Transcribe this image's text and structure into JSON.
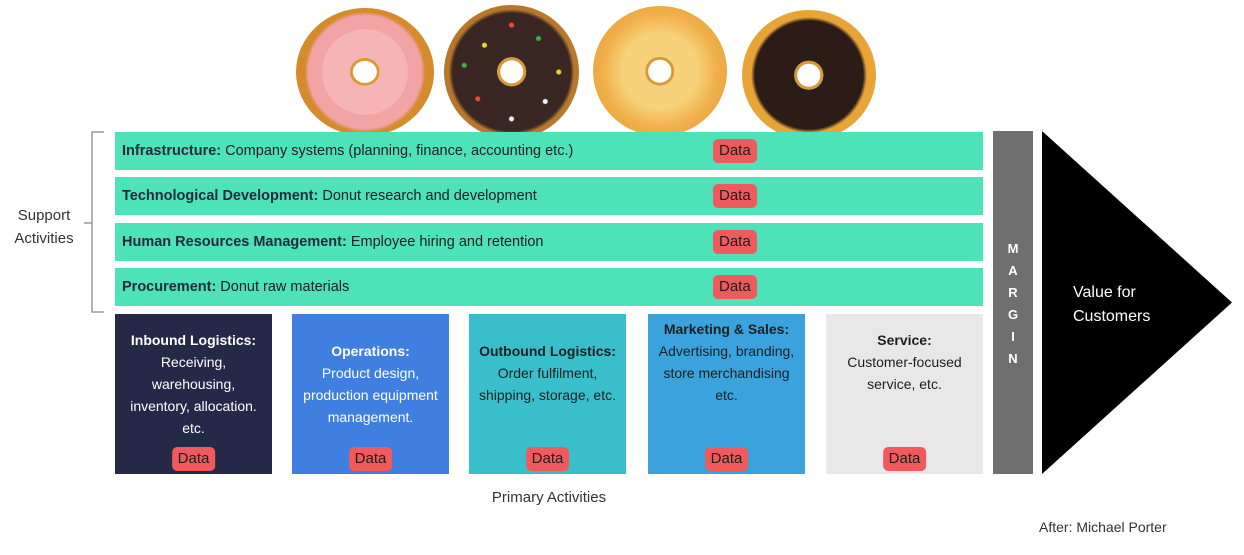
{
  "support": {
    "label_line1": "Support",
    "label_line2": "Activities",
    "rows": [
      {
        "title": "Infrastructure:",
        "desc": " Company systems (planning, finance, accounting etc.)",
        "badge": "Data"
      },
      {
        "title": "Technological Development:",
        "desc": " Donut research and development",
        "badge": "Data"
      },
      {
        "title": "Human Resources Management:",
        "desc": " Employee hiring and retention",
        "badge": "Data"
      },
      {
        "title": "Procurement:",
        "desc": " Donut raw materials",
        "badge": "Data"
      }
    ]
  },
  "primary": {
    "label": "Primary Activities",
    "boxes": [
      {
        "title": "Inbound Logistics:",
        "lines": [
          "Receiving,",
          "warehousing,",
          "inventory, allocation.",
          "etc."
        ],
        "badge": "Data",
        "color": "#262847",
        "text_color": "#ffffff"
      },
      {
        "title": "Operations:",
        "lines": [
          "Product design,",
          "production equipment",
          "management."
        ],
        "badge": "Data",
        "color": "#3f7fe0",
        "text_color": "#ffffff"
      },
      {
        "title": "Outbound Logistics:",
        "lines": [
          "Order fulfilment,",
          "shipping, storage, etc."
        ],
        "badge": "Data",
        "color": "#39bfcc",
        "text_color": "#1e1e1e"
      },
      {
        "title": "Marketing & Sales:",
        "lines": [
          "Advertising, branding,",
          "store merchandising",
          "etc."
        ],
        "badge": "Data",
        "color": "#3aa3dd",
        "text_color": "#1e1e1e"
      },
      {
        "title": "Service:",
        "lines": [
          "Customer-focused",
          "service, etc."
        ],
        "badge": "Data",
        "color": "#e8e8e8",
        "text_color": "#1e1e1e"
      }
    ]
  },
  "margin": {
    "letters": [
      "M",
      "A",
      "R",
      "G",
      "I",
      "N"
    ],
    "color": "#6f6f6f"
  },
  "value": {
    "line1": "Value for",
    "line2": "Customers"
  },
  "credit": "After: Michael Porter",
  "colors": {
    "support_row": "#4ee2b9",
    "badge": "#f05a5d",
    "arrow": "#000000"
  },
  "icons": [
    "strawberry-donut-image",
    "sprinkle-donut-image",
    "sugar-donut-image",
    "chocolate-donut-image"
  ]
}
